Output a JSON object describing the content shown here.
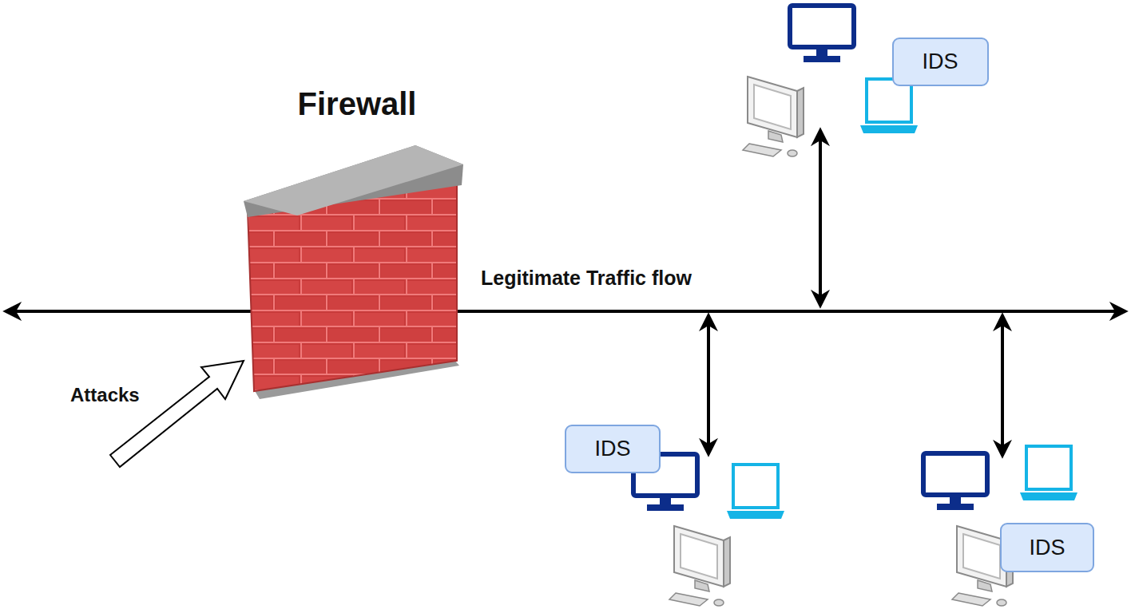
{
  "diagram": {
    "nodes": [
      {
        "text": [
          "IDS"
        ]
      },
      {
        "text": [
          "IDS"
        ]
      },
      {
        "text": [
          "IDS"
        ]
      }
    ],
    "labels": [
      "Firewall",
      "Legitimate Traffic flow",
      "Attacks"
    ]
  }
}
